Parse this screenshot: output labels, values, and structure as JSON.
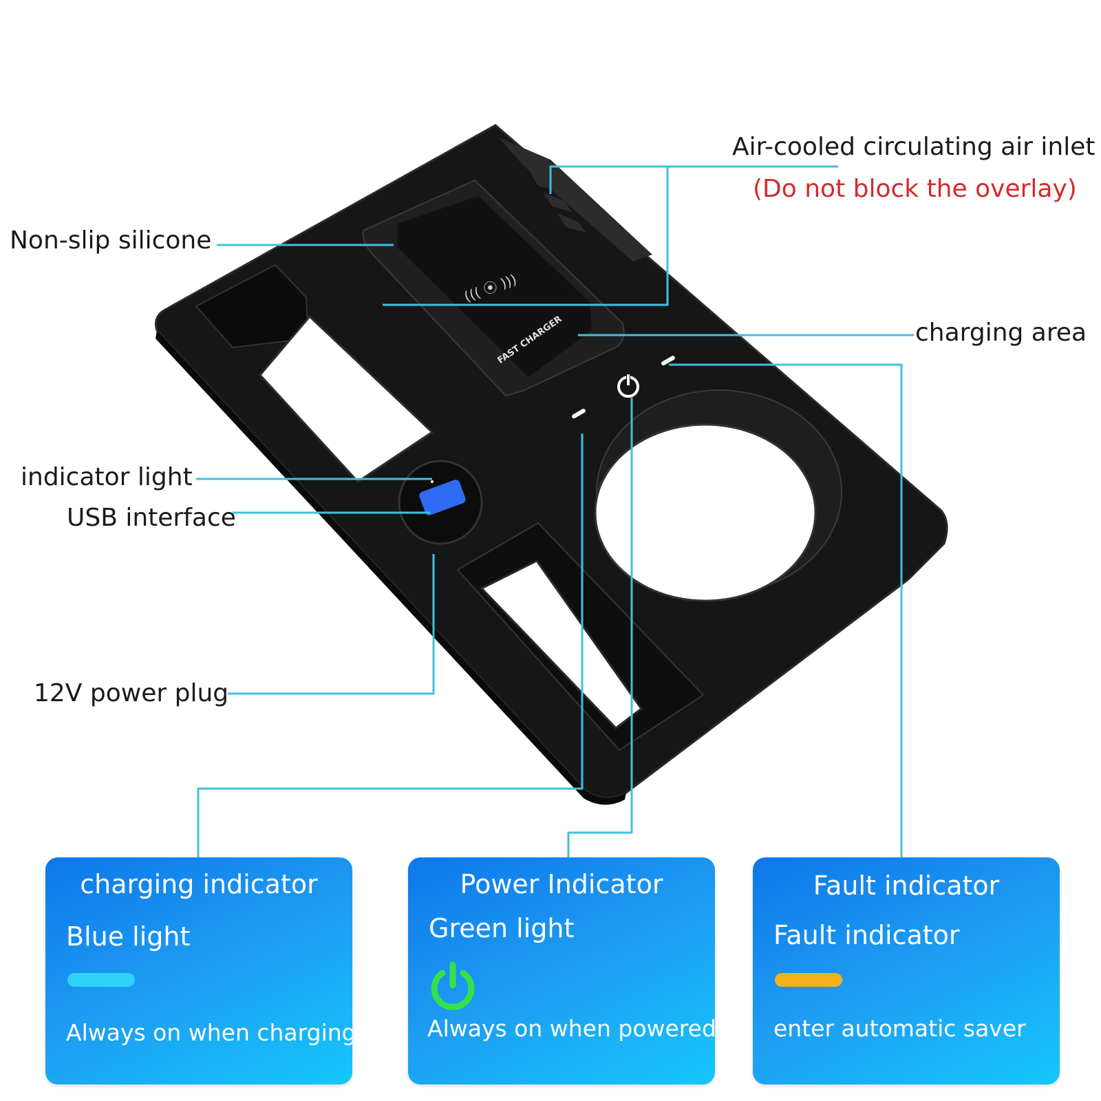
{
  "callouts": {
    "air_inlet": "Air-cooled circulating air inlet",
    "air_inlet_warning": "(Do not block the overlay)",
    "non_slip": "Non-slip silicone",
    "charging_area": "charging area",
    "indicator_light": "indicator light",
    "usb_interface": "USB interface",
    "power_plug": "12V power plug"
  },
  "device": {
    "pad_label": "FAST CHARGER"
  },
  "cards": [
    {
      "title": "charging indicator",
      "subtitle": "Blue light",
      "description": "Always on when charging",
      "indicator": "bar",
      "color": "#2fd3f7"
    },
    {
      "title": "Power Indicator",
      "subtitle": "Green light",
      "description": "Always on when powered",
      "indicator": "power-icon",
      "color": "#36e04a"
    },
    {
      "title": "Fault indicator",
      "subtitle": "Fault indicator",
      "description": "enter automatic saver",
      "indicator": "bar",
      "color": "#f4b21a"
    }
  ],
  "colors": {
    "leader_line": "#3fc1e0",
    "device_body": "#161616",
    "warning_text": "#d42a2a"
  }
}
